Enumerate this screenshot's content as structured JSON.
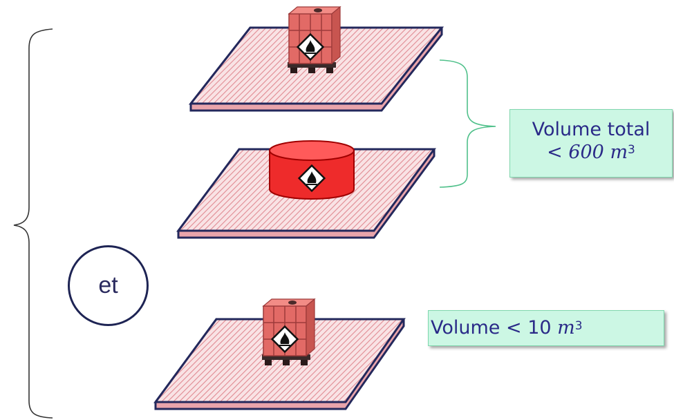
{
  "labels": {
    "total_line1": "Volume total",
    "total_line2_op": "< 600 ",
    "total_line2_unit": "m",
    "total_line2_exp": "3",
    "single_prefix": "Volume < 10 ",
    "single_unit": "m",
    "single_exp": "3",
    "connector": "et"
  },
  "icons": [
    "ibc-tank-icon",
    "drum-tank-icon",
    "flammable-hazard-icon",
    "curly-brace-icon"
  ],
  "colors": {
    "pallet_outline": "#23285c",
    "pallet_fill": "#f7d0d4",
    "pallet_hatch": "#e08a92",
    "container_red": "#e45b5b",
    "drum_red": "#ee2b2b",
    "brace_green": "#4fc08a",
    "brace_dark": "#333333",
    "box_fill": "#ccf7e4"
  }
}
